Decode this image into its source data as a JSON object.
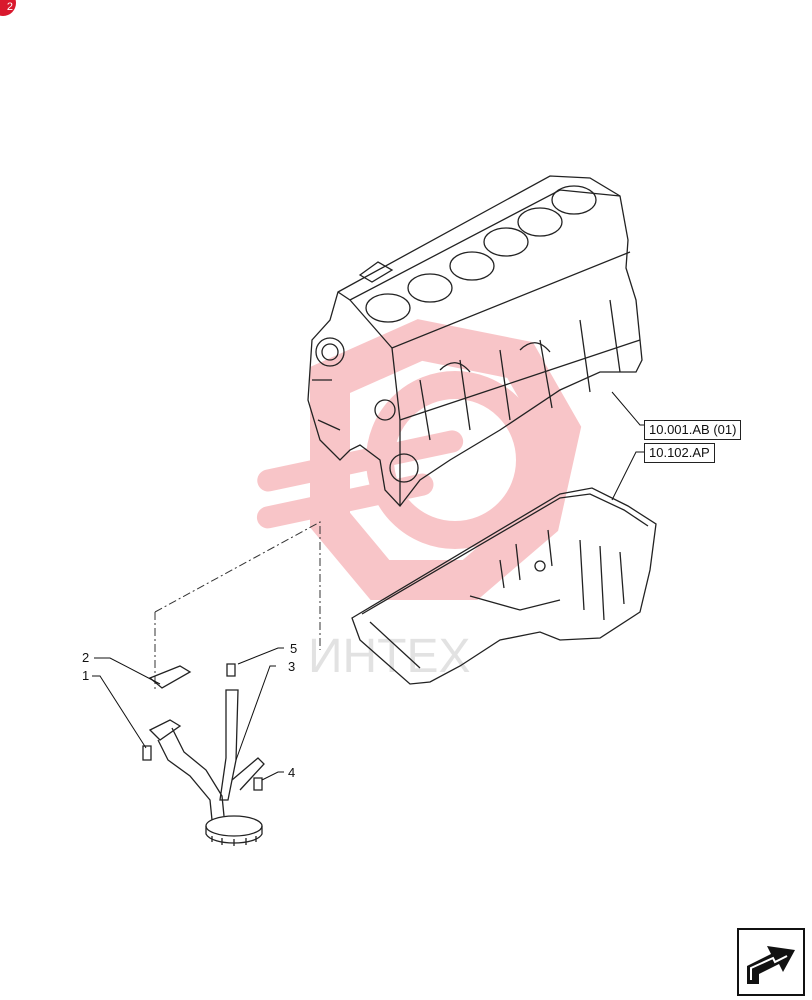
{
  "badge": {
    "text": "2",
    "color": "#d9182d"
  },
  "references": [
    {
      "id": "ref-block",
      "label": "10.001.AB (01)"
    },
    {
      "id": "ref-oilpan",
      "label": "10.102.AP"
    }
  ],
  "callouts": [
    "1",
    "2",
    "3",
    "4",
    "5"
  ],
  "watermark": {
    "text": "ИНТЕХ",
    "color": "#e8323c"
  },
  "nav": {
    "icon": "next-page-arrow-icon"
  }
}
